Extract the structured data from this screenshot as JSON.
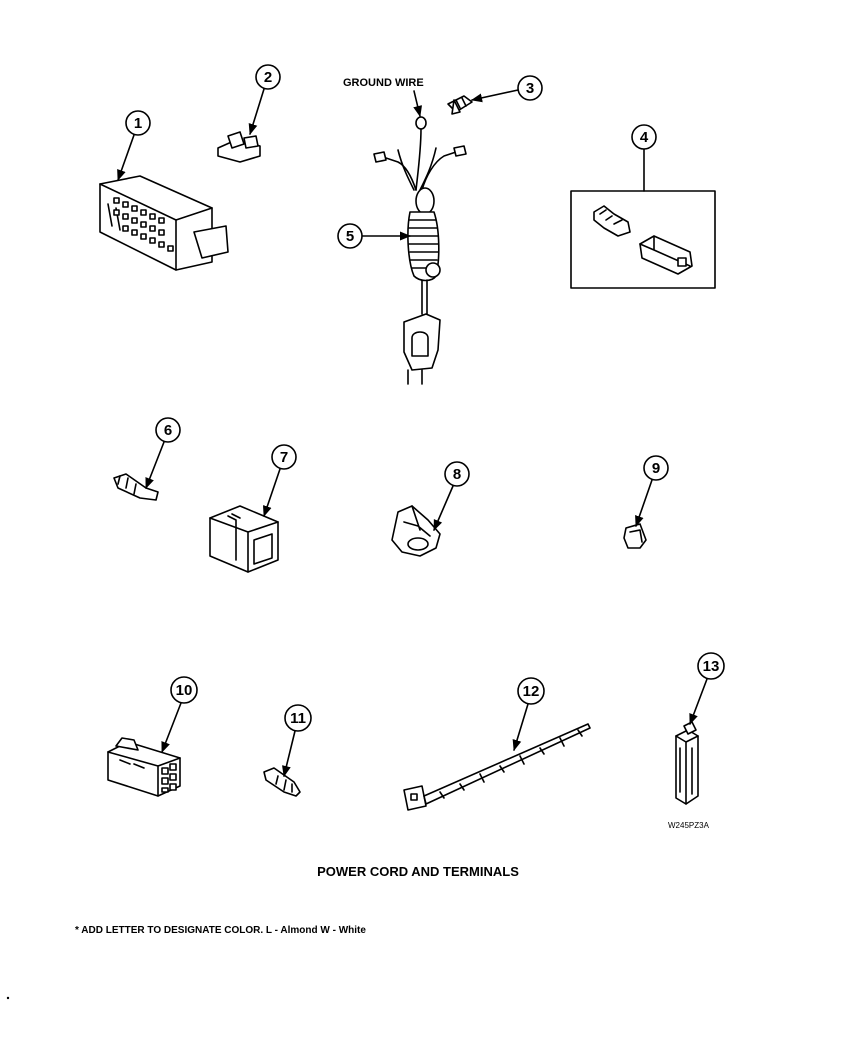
{
  "labels": {
    "ground_wire": "GROUND WIRE",
    "drawing_code": "W245PZ3A",
    "title": "POWER CORD AND TERMINALS",
    "footnote": "* ADD LETTER TO DESIGNATE COLOR.  L - Almond  W - White"
  },
  "callouts": [
    "1",
    "2",
    "3",
    "4",
    "5",
    "6",
    "7",
    "8",
    "9",
    "10",
    "11",
    "12",
    "13"
  ],
  "parts": [
    {
      "number": "1",
      "icon": "molex-connector-block-icon"
    },
    {
      "number": "2",
      "icon": "small-terminal-clip-icon"
    },
    {
      "number": "3",
      "icon": "screw-icon"
    },
    {
      "number": "4",
      "icon": "terminal-and-housing-kit-icon"
    },
    {
      "number": "5",
      "icon": "power-cord-icon"
    },
    {
      "number": "6",
      "icon": "crimp-terminal-icon"
    },
    {
      "number": "7",
      "icon": "plug-housing-icon"
    },
    {
      "number": "8",
      "icon": "wire-clip-icon"
    },
    {
      "number": "9",
      "icon": "retainer-clip-icon"
    },
    {
      "number": "10",
      "icon": "six-pin-connector-icon"
    },
    {
      "number": "11",
      "icon": "pin-terminal-icon"
    },
    {
      "number": "12",
      "icon": "cable-tie-icon"
    },
    {
      "number": "13",
      "icon": "channel-clip-icon"
    }
  ]
}
